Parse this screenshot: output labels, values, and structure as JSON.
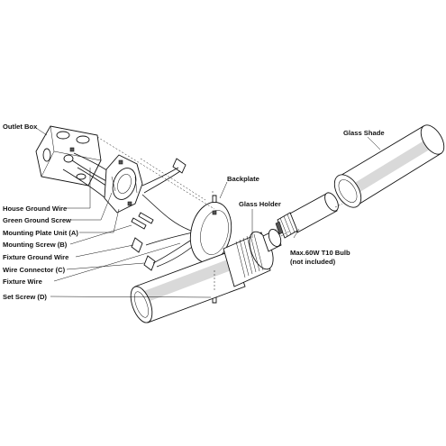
{
  "labels": {
    "outlet_box": "Outlet Box",
    "house_ground_wire": "House Ground Wire",
    "green_ground_screw": "Green Ground Screw",
    "mounting_plate_unit": "Mounting Plate Unit (A)",
    "mounting_screw": "Mounting Screw (B)",
    "fixture_ground_wire": "Fixture Ground Wire",
    "wire_connector": "Wire Connector (C)",
    "fixture_wire": "Fixture Wire",
    "set_screw": "Set Screw (D)",
    "backplate": "Backplate",
    "glass_holder": "Glass Holder",
    "glass_shade": "Glass Shade",
    "bulb_line1": "Max.60W T10 Bulb",
    "bulb_line2": "(not included)"
  }
}
